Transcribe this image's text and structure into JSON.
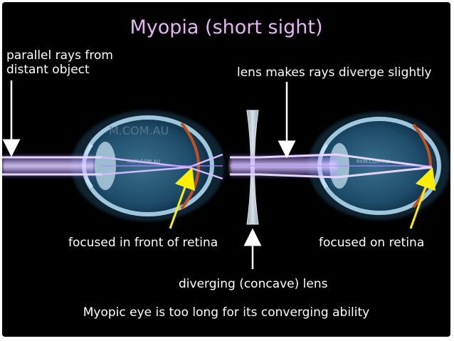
{
  "title": "Myopia (short sight)",
  "labels": {
    "parallel_rays": "parallel rays from\ndistant object",
    "lens_diverge": "lens makes rays diverge slightly",
    "focused_front": "focused in front of retina",
    "focused_on": "focused on retina",
    "diverging_lens": "diverging (concave) lens",
    "caption": "Myopic eye is too long for its converging ability"
  },
  "watermarks": {
    "left_large": "M.COM.AU",
    "left_small": "RKM.COM.AU",
    "right_small": "RKM.COM.AU"
  },
  "colors": {
    "title": "#e4b7f3",
    "background": "#000000",
    "rays": "#c9a3ff",
    "arrow_yellow": "#ffee00",
    "retina": "#c0501e"
  }
}
